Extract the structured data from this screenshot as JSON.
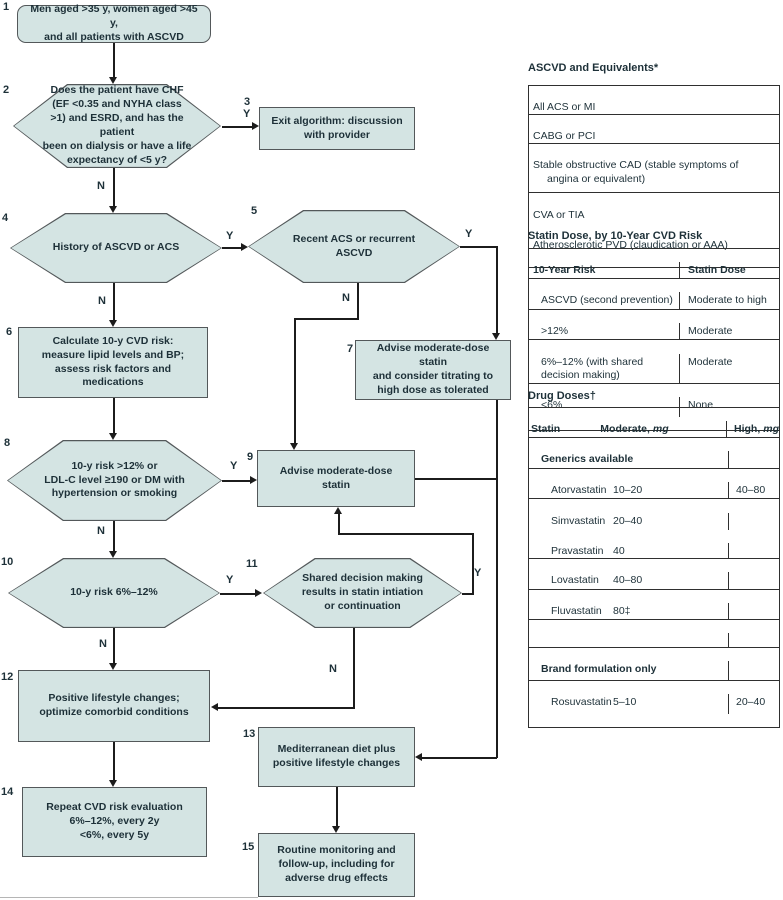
{
  "flow": {
    "yes_label": "Y",
    "no_label": "N",
    "nodes": {
      "n1": {
        "num": "1",
        "text": "Men aged >35 y, women aged >45 y,\nand all patients with ASCVD"
      },
      "n2": {
        "num": "2",
        "text": "Does the patient have CHF\n(EF <0.35 and NYHA class\n>1) and ESRD, and has the patient\nbeen on dialysis or have a life\nexpectancy of <5 y?"
      },
      "n3": {
        "num": "3",
        "text": "Exit algorithm: discussion\nwith provider"
      },
      "n4": {
        "num": "4",
        "text": "History of ASCVD or ACS"
      },
      "n5": {
        "num": "5",
        "text": "Recent ACS or recurrent\nASCVD"
      },
      "n6": {
        "num": "6",
        "text": "Calculate 10-y CVD risk:\nmeasure lipid levels and BP;\nassess risk factors and\nmedications"
      },
      "n7": {
        "num": "7",
        "text": "Advise moderate-dose statin\nand consider titrating to\nhigh dose as tolerated"
      },
      "n8": {
        "num": "8",
        "text": "10-y risk >12% or\nLDL-C level ≥190 or DM with\nhypertension or smoking"
      },
      "n9": {
        "num": "9",
        "text": "Advise moderate-dose statin"
      },
      "n10": {
        "num": "10",
        "text": "10-y risk 6%–12%"
      },
      "n11": {
        "num": "11",
        "text": "Shared decision making\nresults in statin intiation\nor continuation"
      },
      "n12": {
        "num": "12",
        "text": "Positive lifestyle changes;\noptimize comorbid conditions"
      },
      "n13": {
        "num": "13",
        "text": "Mediterranean diet plus\npositive lifestyle changes"
      },
      "n14": {
        "num": "14",
        "text": "Repeat CVD risk evaluation\n6%–12%, every 2y\n<6%, every 5y"
      },
      "n15": {
        "num": "15",
        "text": "Routine monitoring and\nfollow-up, including for\nadverse drug effects"
      }
    }
  },
  "tables": {
    "ascvd": {
      "title": "ASCVD and Equivalents*",
      "rows": [
        "All ACS or MI",
        "CABG or PCI",
        "Stable obstructive CAD (stable symptoms of\nangina or equivalent)",
        "CVA or TIA",
        "Atherosclerotic PVD (claudication or AAA)"
      ]
    },
    "statin_dose": {
      "title": "Statin Dose, by 10-Year CVD Risk",
      "col1_header": "10-Year Risk",
      "col2_header": "Statin Dose",
      "rows": [
        [
          "ASCVD (second prevention)",
          "Moderate to high"
        ],
        [
          ">12%",
          "Moderate"
        ],
        [
          "6%–12% (with shared\ndecision making)",
          "Moderate"
        ],
        [
          "<6%",
          "None"
        ]
      ]
    },
    "drug_doses": {
      "title": "Drug Doses†",
      "statin_header": "Statin",
      "moderate_header": "Moderate,",
      "high_header": "High,",
      "unit": "mg",
      "generics_label": "Generics available",
      "generic_rows": [
        [
          "Atorvastatin",
          "10–20",
          "40–80"
        ],
        [
          "Simvastatin",
          "20–40",
          ""
        ],
        [
          "Pravastatin",
          "40",
          ""
        ],
        [
          "Lovastatin",
          "40–80",
          ""
        ],
        [
          "Fluvastatin",
          "80‡",
          ""
        ]
      ],
      "brand_label": "Brand formulation only",
      "brand_rows": [
        [
          "Rosuvastatin",
          "5–10",
          "20–40"
        ]
      ]
    }
  }
}
